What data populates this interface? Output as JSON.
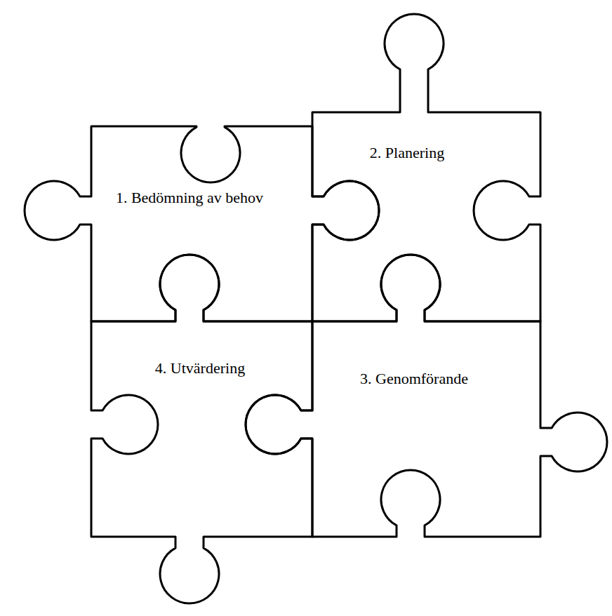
{
  "diagram": {
    "nodes": [
      {
        "text": [
          "1. Bedömning av behov"
        ]
      },
      {
        "text": [
          "2. Planering"
        ]
      },
      {
        "text": [
          "4. Utvärdering"
        ]
      },
      {
        "text": [
          "3. Genomförande"
        ]
      }
    ]
  }
}
